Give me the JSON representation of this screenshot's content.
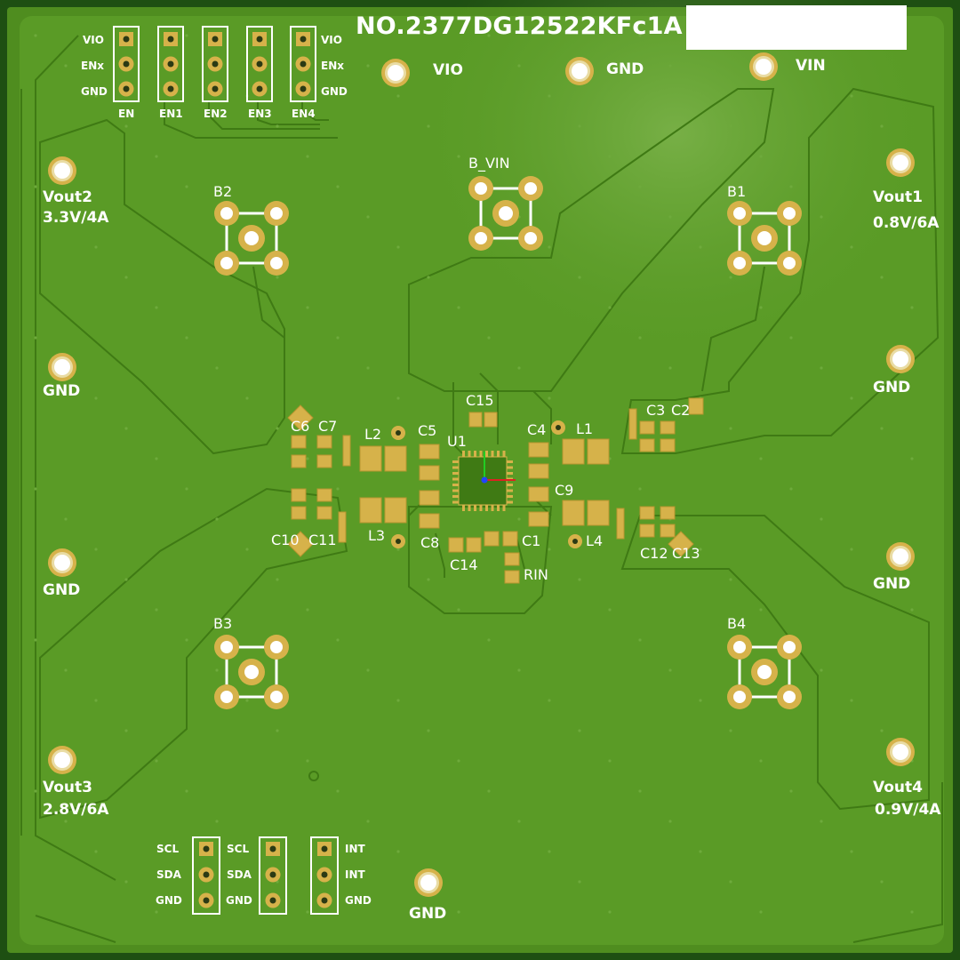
{
  "board": {
    "title": "NO.2377DG12522KFc1A",
    "colors": {
      "substrate": "#4f8d1f",
      "copper": "#5a9b26",
      "trace": "#3f7a14",
      "pad_gold": "#d6b24a",
      "silkscreen": "#ffffff",
      "hole": "#2b3a14"
    },
    "power_connectors": {
      "vio": "VIO",
      "gnd_top": "GND",
      "vin": "VIN",
      "gnd_left1": "GND",
      "gnd_left2": "GND",
      "gnd_right1": "GND",
      "gnd_right2": "GND",
      "gnd_bottom": "GND"
    },
    "outputs": {
      "vout1_name": "Vout1",
      "vout1_spec": "0.8V/6A",
      "vout2_name": "Vout2",
      "vout2_spec": "3.3V/4A",
      "vout3_name": "Vout3",
      "vout3_spec": "2.8V/6A",
      "vout4_name": "Vout4",
      "vout4_spec": "0.9V/4A"
    },
    "enable_header": {
      "left_labels": [
        "VIO",
        "ENx",
        "GND"
      ],
      "right_labels": [
        "VIO",
        "ENx",
        "GND"
      ],
      "names": [
        "EN",
        "EN1",
        "EN2",
        "EN3",
        "EN4"
      ]
    },
    "i2c_header": {
      "col1": [
        "SCL",
        "SDA",
        "GND"
      ],
      "col2": [
        "SCL",
        "SDA",
        "GND"
      ],
      "col3": [
        "INT",
        "INT",
        "GND"
      ]
    },
    "bnc_connectors": [
      "B1",
      "B2",
      "B3",
      "B4",
      "B_VIN"
    ],
    "components": {
      "u1": "U1",
      "l1": "L1",
      "l2": "L2",
      "l3": "L3",
      "l4": "L4",
      "c1": "C1",
      "c2": "C2",
      "c3": "C3",
      "c4": "C4",
      "c5": "C5",
      "c6": "C6",
      "c7": "C7",
      "c8": "C8",
      "c9": "C9",
      "c10": "C10",
      "c11": "C11",
      "c12": "C12",
      "c13": "C13",
      "c14": "C14",
      "c15": "C15",
      "rin": "RIN"
    }
  }
}
